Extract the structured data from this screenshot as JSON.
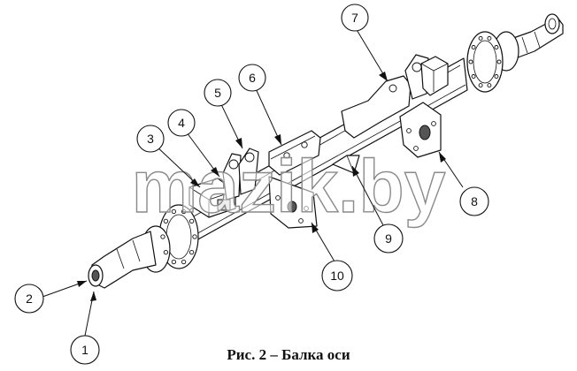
{
  "figure": {
    "caption": "Рис. 2 – Балка оси",
    "watermark": "mazik.by"
  },
  "callouts": [
    {
      "id": 1,
      "label": "1"
    },
    {
      "id": 2,
      "label": "2"
    },
    {
      "id": 3,
      "label": "3"
    },
    {
      "id": 4,
      "label": "4"
    },
    {
      "id": 5,
      "label": "5"
    },
    {
      "id": 6,
      "label": "6"
    },
    {
      "id": 7,
      "label": "7"
    },
    {
      "id": 8,
      "label": "8"
    },
    {
      "id": 9,
      "label": "9"
    },
    {
      "id": 10,
      "label": "10"
    }
  ]
}
